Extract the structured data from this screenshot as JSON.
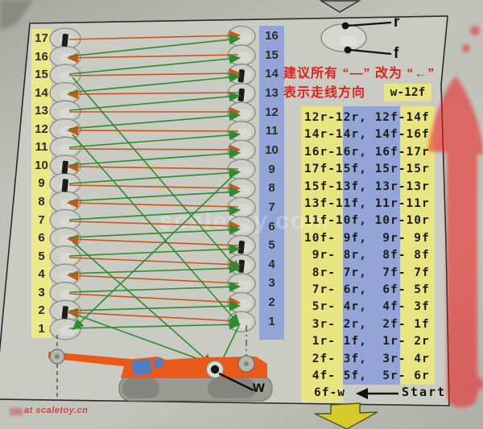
{
  "legend": {
    "rear_groove": "r",
    "front_groove": "f"
  },
  "annotation": {
    "line1": "建议所有 “—” 改为 “←”",
    "line2": "表示走线方向"
  },
  "left_column": {
    "numbers": [
      "17",
      "16",
      "15",
      "14",
      "13",
      "12",
      "11",
      "10",
      "9",
      "8",
      "7",
      "6",
      "5",
      "4",
      "3",
      "2",
      "1"
    ],
    "pin_rows": [
      0,
      7,
      8,
      15
    ]
  },
  "right_column": {
    "numbers": [
      "16",
      "15",
      "14",
      "13",
      "12",
      "11",
      "10",
      "9",
      "8",
      "7",
      "6",
      "5",
      "4",
      "3",
      "2",
      "1"
    ],
    "pin_rows": [
      2,
      3,
      11,
      12
    ]
  },
  "routing": {
    "first_row": "w-12f",
    "rows": [
      "12r-12r, 12f-14f",
      "14r-14r, 14f-16f",
      "16r-16r, 16f-17r",
      "17f-15f, 15r-15r",
      "15f-13f, 13r-13r",
      "13f-11f, 11r-11r",
      "11f-10f, 10r-10r",
      "10f- 9f,  9r- 9f",
      " 9r- 8r,  8f- 8f",
      " 8r- 7r,  7f- 7f",
      " 7r- 6r,  6f- 5f",
      " 5r- 4r,  4f- 3f",
      " 3r- 2r,  2f- 1f",
      " 1r- 1f,  1r- 2r",
      " 2f- 3f,  3r- 4r",
      " 4f- 5f,  5r- 6r"
    ],
    "last_row": "6f-w",
    "start_label": "Start"
  },
  "vehicle": {
    "winch_label": "w"
  },
  "watermarks": {
    "center": "scaletoy.com",
    "bottom": "at scaletoy.cn"
  },
  "colors": {
    "green_line": "#2e8b2e",
    "orange_line": "#c8571c",
    "yellow_band": "#e9e482",
    "blue_band": "#93a5d6",
    "red_accent": "#e02020",
    "vehicle_orange": "#e8591a"
  },
  "rigging_lines": [
    [
      86,
      49,
      296,
      44,
      "o"
    ],
    [
      296,
      68,
      86,
      72,
      "o"
    ],
    [
      86,
      94,
      296,
      91,
      "o"
    ],
    [
      296,
      115,
      86,
      117,
      "o"
    ],
    [
      86,
      139,
      296,
      139,
      "o"
    ],
    [
      296,
      163,
      86,
      162,
      "o"
    ],
    [
      86,
      185,
      296,
      186,
      "o"
    ],
    [
      296,
      210,
      86,
      207,
      "o"
    ],
    [
      86,
      230,
      296,
      234,
      "o"
    ],
    [
      296,
      257,
      86,
      252,
      "o"
    ],
    [
      86,
      275,
      296,
      281,
      "o"
    ],
    [
      296,
      305,
      86,
      297,
      "o"
    ],
    [
      86,
      320,
      296,
      329,
      "o"
    ],
    [
      296,
      352,
      86,
      342,
      "o"
    ],
    [
      86,
      365,
      296,
      376,
      "o"
    ],
    [
      296,
      399,
      86,
      388,
      "o"
    ],
    [
      86,
      70,
      296,
      48,
      "g"
    ],
    [
      86,
      92,
      296,
      72,
      "g"
    ],
    [
      86,
      115,
      296,
      95,
      "g"
    ],
    [
      86,
      137,
      296,
      119,
      "g"
    ],
    [
      86,
      160,
      296,
      143,
      "g"
    ],
    [
      86,
      183,
      296,
      167,
      "g"
    ],
    [
      86,
      205,
      296,
      190,
      "g"
    ],
    [
      86,
      228,
      296,
      214,
      "g"
    ],
    [
      86,
      250,
      296,
      238,
      "g"
    ],
    [
      86,
      273,
      296,
      261,
      "g"
    ],
    [
      86,
      295,
      296,
      285,
      "g"
    ],
    [
      86,
      318,
      296,
      309,
      "g"
    ],
    [
      86,
      340,
      296,
      333,
      "g"
    ],
    [
      86,
      363,
      296,
      356,
      "g"
    ],
    [
      86,
      386,
      296,
      380,
      "g"
    ],
    [
      86,
      408,
      296,
      403,
      "g"
    ],
    [
      90,
      96,
      296,
      336,
      "g"
    ],
    [
      90,
      167,
      296,
      402,
      "g"
    ],
    [
      296,
      212,
      92,
      408,
      "g"
    ],
    [
      90,
      300,
      262,
      452,
      "g"
    ],
    [
      92,
      390,
      266,
      453,
      "g"
    ],
    [
      297,
      404,
      272,
      456,
      "g"
    ]
  ]
}
